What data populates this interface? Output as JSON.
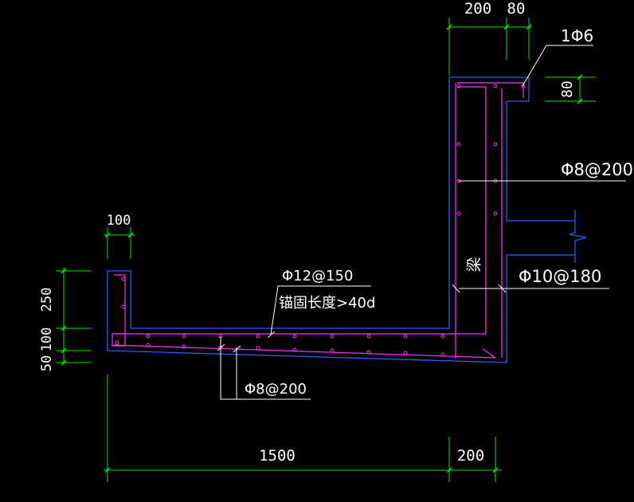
{
  "colors": {
    "background": "#000000",
    "outline": "#2a5cff",
    "rebar": "#ff33ff",
    "dimension": "#00ee00",
    "leader": "#ffffff",
    "text": "#ffffff"
  },
  "dimensions": {
    "top_200": "200",
    "top_80": "80",
    "right_80": "80",
    "left_100": "100",
    "side_250": "250",
    "side_100": "100",
    "side_50": "50",
    "bottom_1500": "1500",
    "bottom_200": "200"
  },
  "labels": {
    "rebar_1phi6": "1Φ6",
    "rebar_phi8_200_right": "Φ8@200",
    "rebar_phi10_180": "Φ10@180",
    "beam": "梁",
    "rebar_phi12_150": "Φ12@150",
    "anchor_length": "锚固长度>40d",
    "rebar_phi8_200_bottom": "Φ8@200"
  }
}
